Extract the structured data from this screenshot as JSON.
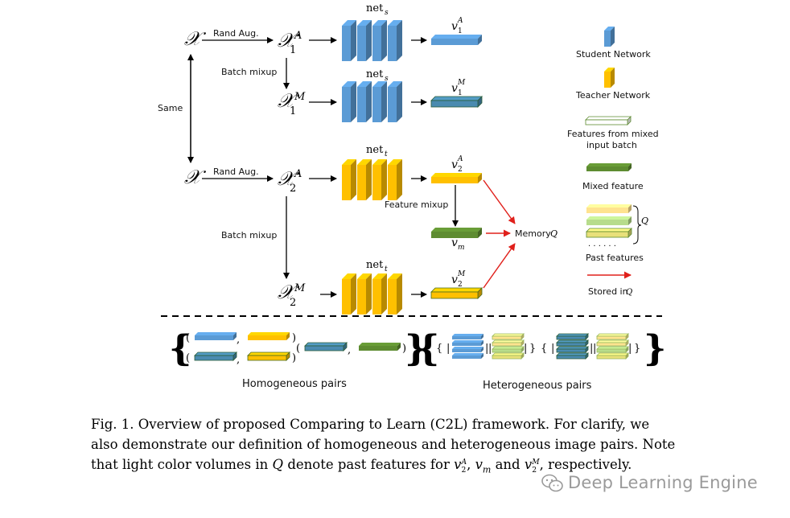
{
  "diagram": {
    "inputs": {
      "x_top": "𝒳",
      "x_bottom": "𝒳",
      "same": "Same"
    },
    "edges": {
      "rand_aug_top": "Rand Aug.",
      "rand_aug_bottom": "Rand Aug.",
      "batch_mixup_top": "Batch mixup",
      "batch_mixup_bottom": "Batch mixup",
      "feature_mixup": "Feature mixup"
    },
    "nodes": {
      "x1A_base": "𝒳",
      "x1A_sub": "1",
      "x1A_sup": "A",
      "x1M_base": "𝒳",
      "x1M_sub": "1",
      "x1M_sup": "M",
      "x2A_base": "𝒳",
      "x2A_sub": "2",
      "x2A_sup": "A",
      "x2M_base": "𝒳",
      "x2M_sub": "2",
      "x2M_sup": "M",
      "net_s_1": "net",
      "net_s_1_sub": "s",
      "net_s_2": "net",
      "net_s_2_sub": "s",
      "net_t_1": "net",
      "net_t_1_sub": "t",
      "net_t_2": "net",
      "net_t_2_sub": "t",
      "v1A_base": "v",
      "v1A_sub": "1",
      "v1A_sup": "A",
      "v1M_base": "v",
      "v1M_sub": "1",
      "v1M_sup": "M",
      "v2A_base": "v",
      "v2A_sub": "2",
      "v2A_sup": "A",
      "v2M_base": "v",
      "v2M_sub": "2",
      "v2M_sup": "M",
      "vm_base": "v",
      "vm_sub": "m",
      "memory_label": "Memory",
      "memory_q": "Q"
    },
    "legend": {
      "student": "Student Network",
      "teacher": "Teacher Network",
      "mixed_input_line1": "Features from mixed",
      "mixed_input_line2": "input batch",
      "mixed_feature": "Mixed feature",
      "past_features": "Past features",
      "q": "Q",
      "stored_in": "Stored in",
      "stored_q": "Q"
    },
    "pairs": {
      "homogeneous": "Homogeneous pairs",
      "heterogeneous": "Heterogeneous pairs"
    },
    "colors": {
      "blue": "#5b9bd5",
      "blue_dark": "#2e6da4",
      "yellow": "#ffc000",
      "yellow_dark": "#c99800",
      "teal": "#4a8bb0",
      "green": "#5e8c31",
      "green_dark": "#3d6a1f",
      "light_yellow": "#ffe38f",
      "light_green": "#b7dc8c",
      "red": "#e0201b"
    }
  },
  "caption": {
    "fig": "Fig. 1.",
    "line1_rest": " Overview of proposed Comparing to Learn (C2L) framework. For clarify, we",
    "line2": "also demonstrate our definition of homogeneous and heterogeneous image pairs. Note",
    "line3_a": "that light color volumes in ",
    "line3_q": "Q",
    "line3_b": " denote past features for ",
    "line3_v2A": "v",
    "line3_v2A_sub": "2",
    "line3_v2A_sup": "A",
    "line3_c": ", ",
    "line3_vm": "v",
    "line3_vm_sub": "m",
    "line3_d": " and ",
    "line3_v2M": "v",
    "line3_v2M_sub": "2",
    "line3_v2M_sup": "M",
    "line3_e": ", respectively."
  },
  "watermark": {
    "text": "Deep Learning Engine"
  }
}
